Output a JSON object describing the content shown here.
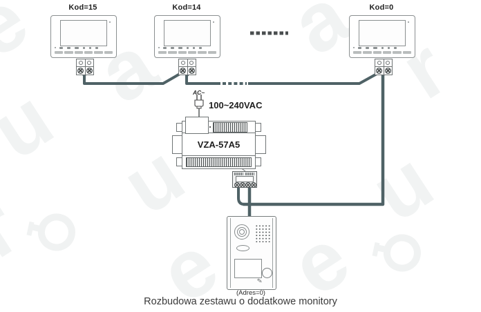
{
  "diagram": {
    "caption": "Rozbudowa zestawu o dodatkowe monitory",
    "monitors": [
      {
        "label": "Kod=15"
      },
      {
        "label": "Kod=14"
      },
      {
        "label": "Kod=0"
      }
    ],
    "power_supply": {
      "model": "VZA-57A5",
      "ac_label": "AC~",
      "voltage_label": "100~240VAC"
    },
    "door_station": {
      "address_label": "(Adres=0)",
      "pen_glyph": "✎"
    },
    "watermark": {
      "brand": "eura",
      "letters": [
        "e",
        "u",
        "r",
        "a",
        "u",
        "e",
        "a",
        "r",
        "u",
        "e"
      ]
    },
    "colors": {
      "wire": "#4f6266",
      "outline": "#8a8f90",
      "dash": "#4a4e4f",
      "watermark": "#f1f3f3"
    }
  }
}
